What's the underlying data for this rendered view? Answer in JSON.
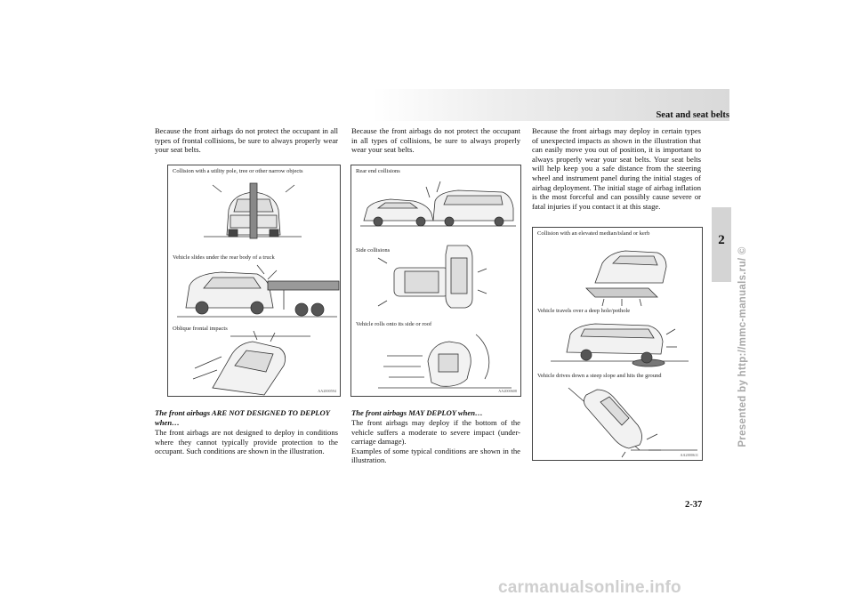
{
  "header": {
    "title": "Seat and seat belts"
  },
  "side_tab": {
    "number": "2"
  },
  "watermark": "Presented by http://mmc-manuals.ru/ ©",
  "page_number": "2-37",
  "footer_site": "carmanualsonline.info",
  "col1": {
    "intro": "Because the front airbags do not protect the occupant in all types of frontal collisions, be sure to always properly wear your seat belts.",
    "figure": {
      "captions": [
        "Collision with a utility pole, tree or other narrow objects",
        "Vehicle slides under the rear body of a truck",
        "Oblique frontal impacts"
      ],
      "code": "AA2000594"
    },
    "heading": "The front airbags ARE NOT DESIGNED TO DEPLOY when…",
    "body": "The front airbags are not designed to deploy in conditions where they cannot typically provide protection to the occupant. Such conditions are shown in the illustration."
  },
  "col2": {
    "intro": "Because the front airbags do not protect the occupant in all types of collisions, be sure to always properly wear your seat belts.",
    "figure": {
      "captions": [
        "Rear end collisions",
        "Side collisions",
        "Vehicle rolls onto its side or roof"
      ],
      "code": "AA2000608"
    },
    "heading": "The front airbags MAY DEPLOY when…",
    "body": "The front airbags may deploy if the bottom of the vehicle suffers a moderate to severe impact (under-carriage damage).\nExamples of some typical conditions are shown in the illustration."
  },
  "col3": {
    "intro": "Because the front airbags may deploy in certain types of unexpected impacts as shown in the illustration that can easily move you out of position, it is important to always properly wear your seat belts. Your seat belts will help keep you a safe distance from the steering wheel and instrument panel during the initial stages of airbag deployment. The initial stage of airbag inflation is the most forceful and can possibly cause severe or fatal injuries if you contact it at this stage.",
    "figure": {
      "captions": [
        "Collision with an elevated median/island or kerb",
        "Vehicle travels over a deep hole/pothole",
        "Vehicle drives down a steep slope and hits the ground"
      ],
      "code": "AA2000611"
    }
  }
}
